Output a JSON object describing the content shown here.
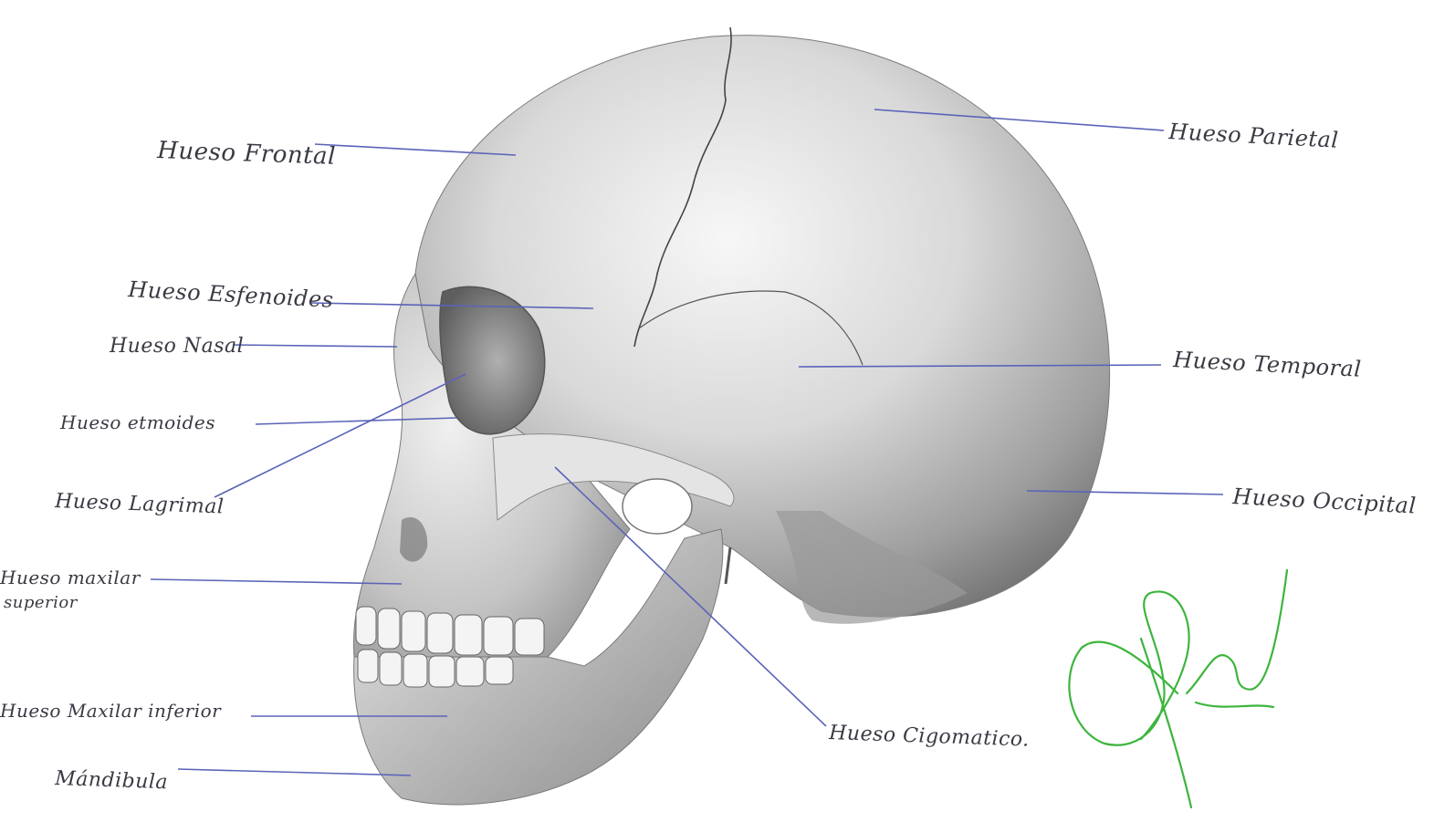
{
  "labels": {
    "frontal": "Hueso Frontal",
    "parietal": "Hueso Parietal",
    "esfenoides": "Hueso Esfenoides",
    "nasal": "Hueso Nasal",
    "temporal": "Hueso Temporal",
    "etmoides": "Hueso etmoides",
    "lagrimal": "Hueso Lagrimal",
    "occipital": "Hueso Occipital",
    "maxilar_superior_1": "Hueso maxilar",
    "maxilar_superior_2": "superior",
    "maxilar_inferior": "Hueso Maxilar inferior",
    "cigomatico": "Hueso Cigomatico.",
    "mandibula": "Mándibula"
  },
  "colors": {
    "leader_lines": "#5b63b8",
    "signature": "#3db53d",
    "bone_shading": "#8a8a8a"
  }
}
